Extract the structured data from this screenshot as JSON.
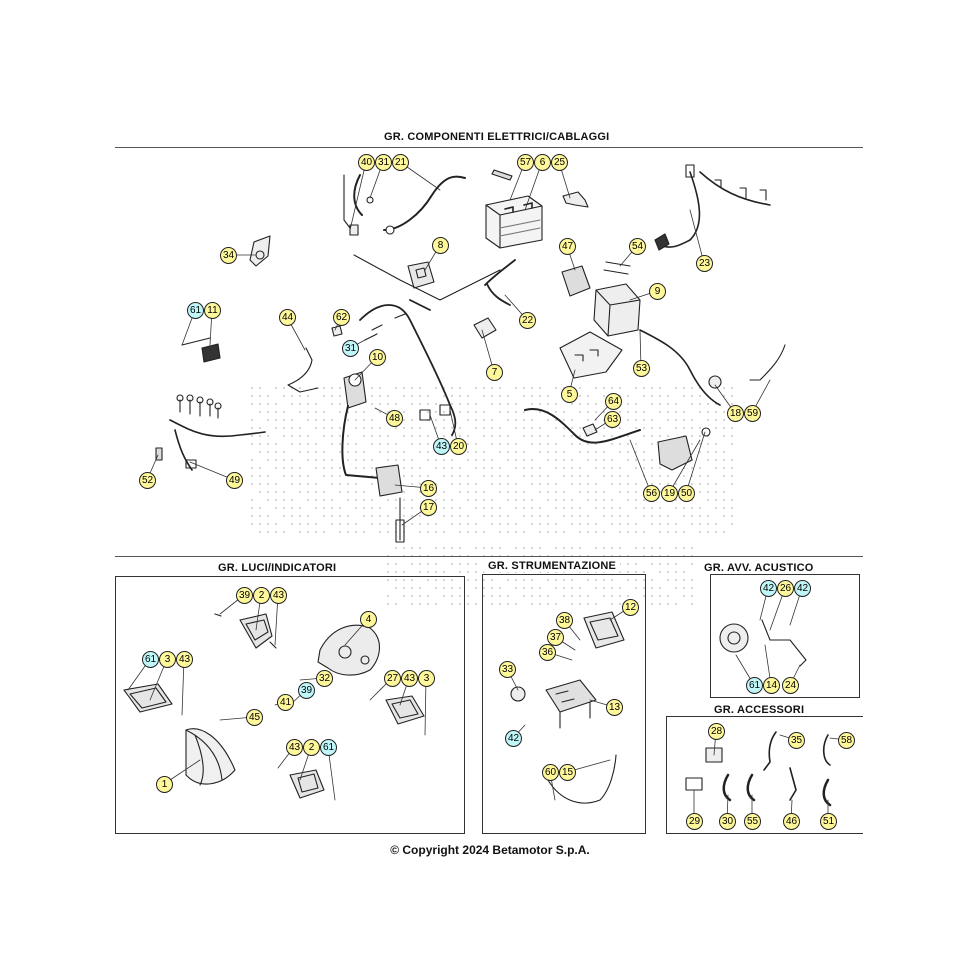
{
  "sections": {
    "electrical": "GR. COMPONENTI ELETTRICI/CABLAGGI",
    "lights": "GR. LUCI/INDICATORI",
    "instruments": "GR. STRUMENTAZIONE",
    "horn": "GR. AVV. ACUSTICO",
    "accessories": "GR. ACCESSORI"
  },
  "copyright": "© Copyright 2024 Betamotor S.p.A.",
  "watermark_color": "#c8c8c8",
  "highlight_colors": {
    "yellow": "#fff89a",
    "cyan": "#bff6f8"
  },
  "callouts": [
    {
      "label": "40",
      "color": "yellow"
    },
    {
      "label": "31",
      "color": "yellow"
    },
    {
      "label": "21",
      "color": "yellow"
    },
    {
      "label": "57",
      "color": "yellow"
    },
    {
      "label": "6",
      "color": "yellow"
    },
    {
      "label": "25",
      "color": "yellow"
    },
    {
      "label": "34",
      "color": "yellow"
    },
    {
      "label": "8",
      "color": "yellow"
    },
    {
      "label": "47",
      "color": "yellow"
    },
    {
      "label": "54",
      "color": "yellow"
    },
    {
      "label": "23",
      "color": "yellow"
    },
    {
      "label": "9",
      "color": "yellow"
    },
    {
      "label": "61",
      "color": "cyan"
    },
    {
      "label": "11",
      "color": "yellow"
    },
    {
      "label": "44",
      "color": "yellow"
    },
    {
      "label": "62",
      "color": "yellow"
    },
    {
      "label": "31",
      "color": "cyan"
    },
    {
      "label": "22",
      "color": "yellow"
    },
    {
      "label": "10",
      "color": "yellow"
    },
    {
      "label": "7",
      "color": "yellow"
    },
    {
      "label": "53",
      "color": "yellow"
    },
    {
      "label": "5",
      "color": "yellow"
    },
    {
      "label": "64",
      "color": "yellow"
    },
    {
      "label": "63",
      "color": "yellow"
    },
    {
      "label": "48",
      "color": "yellow"
    },
    {
      "label": "18",
      "color": "yellow"
    },
    {
      "label": "59",
      "color": "yellow"
    },
    {
      "label": "43",
      "color": "cyan"
    },
    {
      "label": "20",
      "color": "yellow"
    },
    {
      "label": "52",
      "color": "yellow"
    },
    {
      "label": "49",
      "color": "yellow"
    },
    {
      "label": "16",
      "color": "yellow"
    },
    {
      "label": "56",
      "color": "yellow"
    },
    {
      "label": "19",
      "color": "yellow"
    },
    {
      "label": "50",
      "color": "yellow"
    },
    {
      "label": "17",
      "color": "yellow"
    },
    {
      "label": "39",
      "color": "yellow"
    },
    {
      "label": "2",
      "color": "yellow"
    },
    {
      "label": "43",
      "color": "yellow"
    },
    {
      "label": "4",
      "color": "yellow"
    },
    {
      "label": "61",
      "color": "cyan"
    },
    {
      "label": "3",
      "color": "yellow"
    },
    {
      "label": "43",
      "color": "yellow"
    },
    {
      "label": "32",
      "color": "yellow"
    },
    {
      "label": "27",
      "color": "yellow"
    },
    {
      "label": "43",
      "color": "yellow"
    },
    {
      "label": "3",
      "color": "yellow"
    },
    {
      "label": "39",
      "color": "cyan"
    },
    {
      "label": "41",
      "color": "yellow"
    },
    {
      "label": "45",
      "color": "yellow"
    },
    {
      "label": "43",
      "color": "yellow"
    },
    {
      "label": "2",
      "color": "yellow"
    },
    {
      "label": "61",
      "color": "cyan"
    },
    {
      "label": "1",
      "color": "yellow"
    },
    {
      "label": "12",
      "color": "yellow"
    },
    {
      "label": "38",
      "color": "yellow"
    },
    {
      "label": "37",
      "color": "yellow"
    },
    {
      "label": "36",
      "color": "yellow"
    },
    {
      "label": "33",
      "color": "yellow"
    },
    {
      "label": "13",
      "color": "yellow"
    },
    {
      "label": "42",
      "color": "cyan"
    },
    {
      "label": "60",
      "color": "yellow"
    },
    {
      "label": "15",
      "color": "yellow"
    },
    {
      "label": "42",
      "color": "cyan"
    },
    {
      "label": "26",
      "color": "yellow"
    },
    {
      "label": "42",
      "color": "cyan"
    },
    {
      "label": "61",
      "color": "cyan"
    },
    {
      "label": "14",
      "color": "yellow"
    },
    {
      "label": "24",
      "color": "yellow"
    },
    {
      "label": "28",
      "color": "yellow"
    },
    {
      "label": "35",
      "color": "yellow"
    },
    {
      "label": "58",
      "color": "yellow"
    },
    {
      "label": "29",
      "color": "yellow"
    },
    {
      "label": "30",
      "color": "yellow"
    },
    {
      "label": "55",
      "color": "yellow"
    },
    {
      "label": "46",
      "color": "yellow"
    },
    {
      "label": "51",
      "color": "yellow"
    }
  ]
}
